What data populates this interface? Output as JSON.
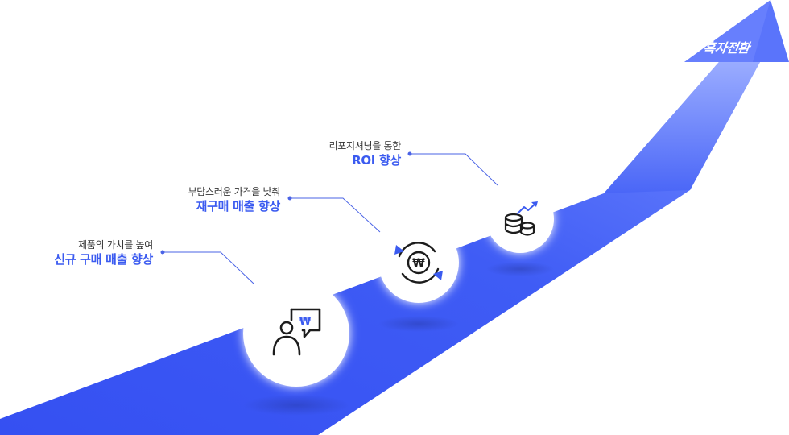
{
  "goal_label": "흑자전환",
  "colors": {
    "arrow_light": "#8ea3ff",
    "arrow_dark": "#3550f2",
    "accent_text": "#3b5bf0",
    "connector": "#4a63e6",
    "icon_stroke": "#1c1c1c",
    "icon_accent": "#3b5bf0"
  },
  "steps": [
    {
      "sub": "제품의 가치를 높여",
      "main": "신규 구매 매출 향상",
      "icon": "presenter-won-speech-icon"
    },
    {
      "sub": "부담스러운 가격을 낮춰",
      "main": "재구매 매출 향상",
      "icon": "won-cycle-icon"
    },
    {
      "sub": "리포지셔닝을 통한",
      "main": "ROI 향상",
      "icon": "coins-growth-icon"
    }
  ],
  "won_symbol": "₩"
}
